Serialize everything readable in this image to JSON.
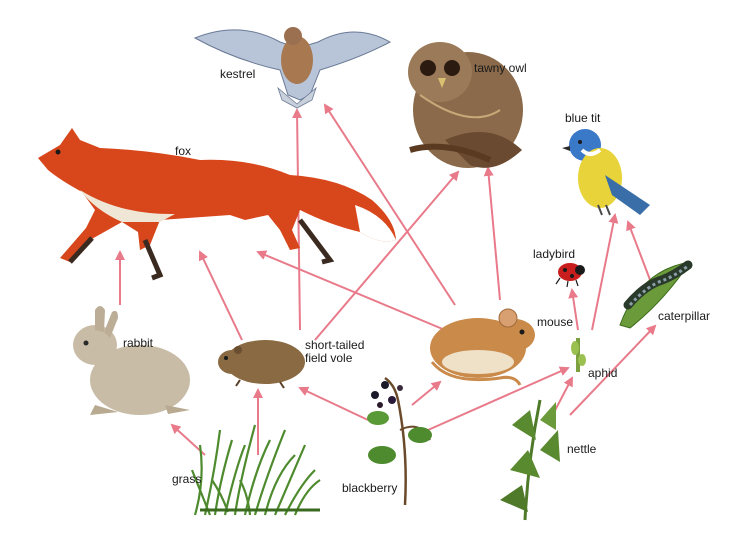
{
  "labels": {
    "kestrel": "kestrel",
    "tawny_owl": "tawny owl",
    "fox": "fox",
    "blue_tit": "blue tit",
    "ladybird": "ladybird",
    "rabbit": "rabbit",
    "vole_line1": "short-tailed",
    "vole_line2": "field vole",
    "mouse": "mouse",
    "caterpillar": "caterpillar",
    "aphid": "aphid",
    "grass": "grass",
    "blackberry": "blackberry",
    "nettle": "nettle"
  },
  "colors": {
    "arrow": "#e87a8a",
    "fox": "#d8461b",
    "rabbit": "#c9bca6",
    "vole": "#8a6a42",
    "mouse": "#c98a4a",
    "owl": "#8a6a4a",
    "kestrel": "#b8c4d8",
    "blue_tit_head": "#3a78c8",
    "blue_tit_body": "#e8d43a",
    "plant": "#4e8a2e"
  }
}
